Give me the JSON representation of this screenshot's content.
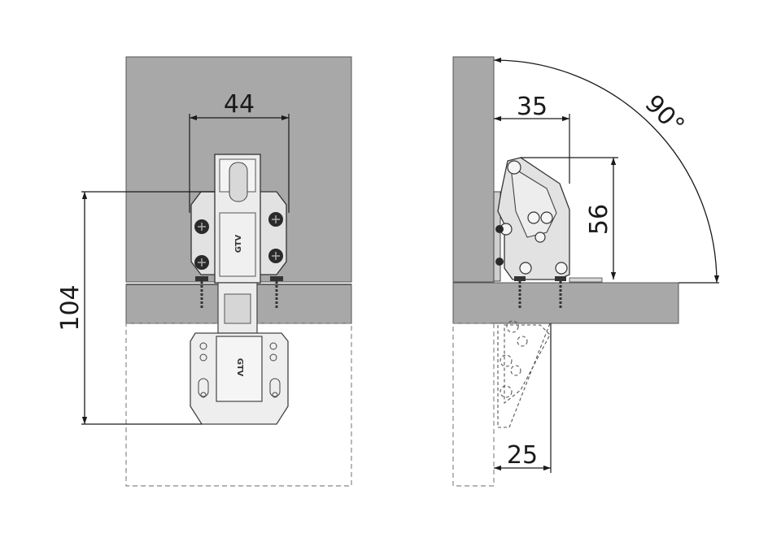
{
  "dimensions": {
    "width_top": "44",
    "height_front": "104",
    "width_side": "35",
    "height_side": "56",
    "angle": "90°",
    "width_bottom": "25"
  },
  "brand": {
    "upper": "GTV",
    "lower": "GTV"
  },
  "colors": {
    "panel": "#a8a8a8",
    "hinge": "#e2e2e2",
    "line": "#1a1a1a"
  }
}
